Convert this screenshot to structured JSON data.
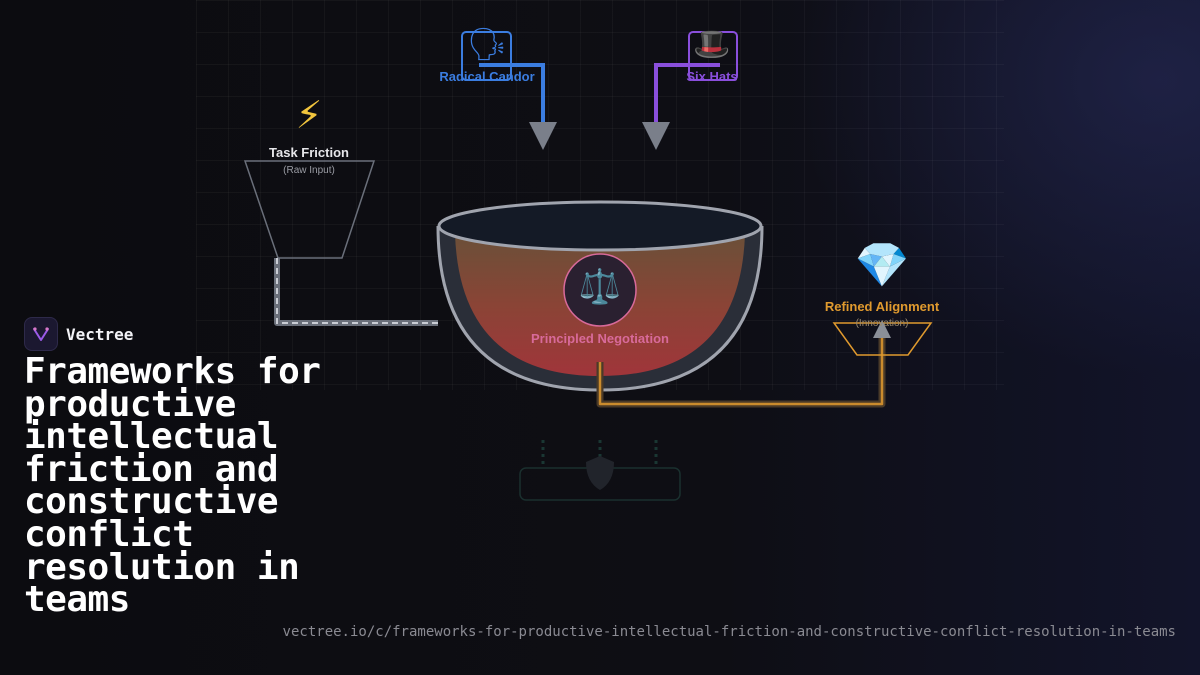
{
  "brand": {
    "name": "Vectree"
  },
  "headline": "Frameworks for productive intellectual friction and constructive conflict resolution in teams",
  "url": "vectree.io/c/frameworks-for-productive-intellectual-friction-and-constructive-conflict-resolution-in-teams",
  "nodes": {
    "task_friction": {
      "icon": "⚡",
      "label": "Task Friction",
      "sub": "(Raw Input)"
    },
    "radical_candor": {
      "icon": "🗣",
      "label": "Radical Candor"
    },
    "six_hats": {
      "icon": "🎩",
      "label": "Six Hats"
    },
    "principled_negotiation": {
      "icon": "⚖️",
      "label": "Principled Negotiation"
    },
    "refined_alignment": {
      "icon": "💎",
      "label": "Refined Alignment",
      "sub": "(Innovation)"
    }
  },
  "colors": {
    "radical_candor": "#3b7de0",
    "six_hats": "#8a4fdc",
    "refined_alignment": "#e09a2e",
    "negotiation_label": "#d86a9a",
    "pipe_gray": "#7a7f8a",
    "bowl_rim": "#a0a4ae"
  }
}
